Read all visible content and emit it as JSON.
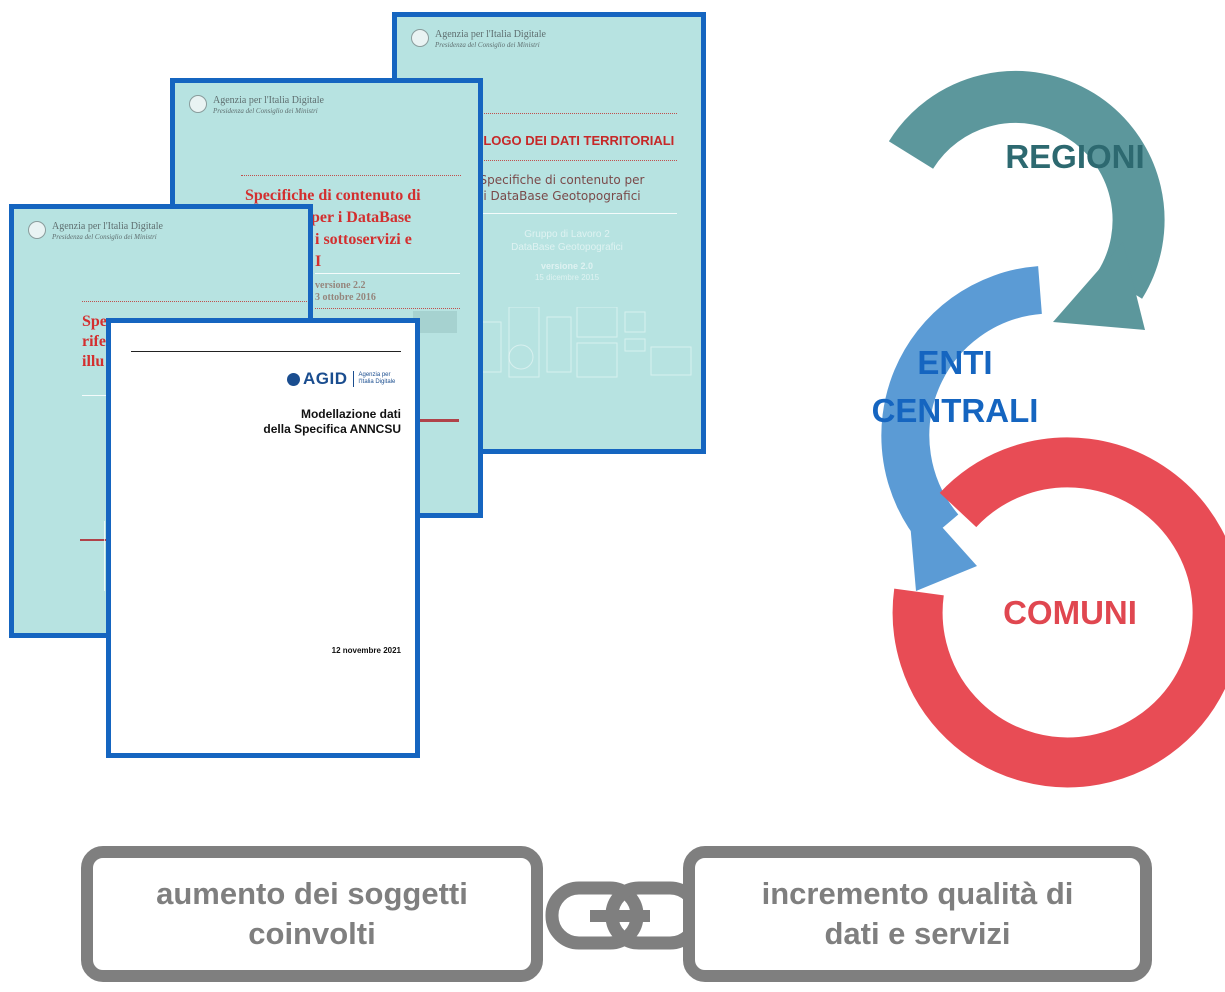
{
  "documents": {
    "catalogo": {
      "agency": "Agenzia per l'Italia Digitale",
      "agency_sub": "Presidenza del Consiglio dei Ministri",
      "title": "TALOGO DEI DATI TERRITORIALI",
      "subtitle": "Specifiche di contenuto per i DataBase Geotopografici",
      "group": "Gruppo di Lavoro 2",
      "group_sub": "DataBase Geotopografici",
      "version": "versione 2.0",
      "date": "15 dicembre 2015"
    },
    "sottoservizi": {
      "agency": "Agenzia per l'Italia Digitale",
      "agency_sub": "Presidenza del Consiglio dei Ministri",
      "title_line1": "Specifiche di contenuto di",
      "title_line2": "per i DataBase",
      "title_line3": "i sottoservizi e",
      "title_line4": "I",
      "version": "versione 2.2",
      "date": "3 ottobre 2016"
    },
    "illuminazione": {
      "agency": "Agenzia per l'Italia Digitale",
      "agency_sub": "Presidenza del Consiglio dei Ministri",
      "title_line1": "Spe",
      "title_line2": "rife",
      "title_line3": "illu"
    },
    "anncsu": {
      "logo": "AGID",
      "logo_sub1": "Agenzia per",
      "logo_sub2": "l'Italia Digitale",
      "title_line1": "Modellazione dati",
      "title_line2": "della Specifica ANNCSU",
      "date": "12 novembre 2021"
    }
  },
  "cycle": {
    "top": "REGIONI",
    "middle_line1": "ENTI",
    "middle_line2": "CENTRALI",
    "bottom": "COMUNI",
    "colors": {
      "regioni": "#5c979c",
      "enti": "#5b9bd5",
      "comuni": "#e84c55"
    }
  },
  "boxes": {
    "left_line1": "aumento dei soggetti",
    "left_line2": "coinvolti",
    "right_line1": "incremento qualità di",
    "right_line2": "dati e servizi",
    "link_icon": "chain-link-icon"
  }
}
